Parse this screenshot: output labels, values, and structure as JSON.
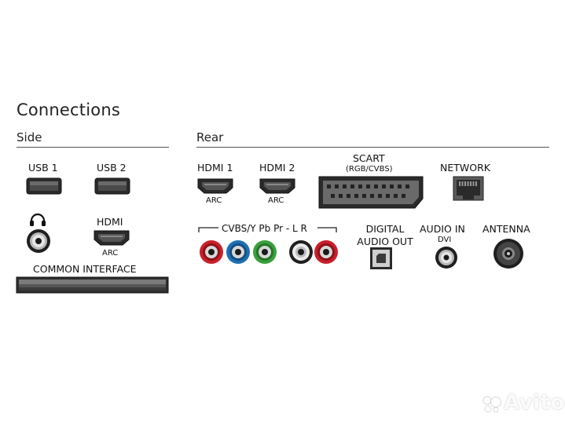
{
  "title": "Connections",
  "side": {
    "heading": "Side",
    "usb1": "USB 1",
    "usb2": "USB 2",
    "hdmi": "HDMI",
    "hdmi_sub": "ARC",
    "common_interface": "COMMON INTERFACE"
  },
  "rear": {
    "heading": "Rear",
    "hdmi1": "HDMI 1",
    "hdmi1_sub": "ARC",
    "hdmi2": "HDMI 2",
    "hdmi2_sub": "ARC",
    "scart": "SCART",
    "scart_sub": "(RGB/CVBS)",
    "network": "NETWORK",
    "component": "CVBS/Y Pb Pr - L R",
    "digital_audio_out_1": "DIGITAL",
    "digital_audio_out_2": "AUDIO OUT",
    "audio_in": "AUDIO IN",
    "audio_in_sub": "DVI",
    "antenna": "ANTENNA"
  },
  "watermark": "Avito",
  "colors": {
    "jack_red": "#c8202a",
    "jack_blue": "#1e6fb3",
    "jack_green": "#3aa03c",
    "jack_white": "#e8e8e8"
  }
}
